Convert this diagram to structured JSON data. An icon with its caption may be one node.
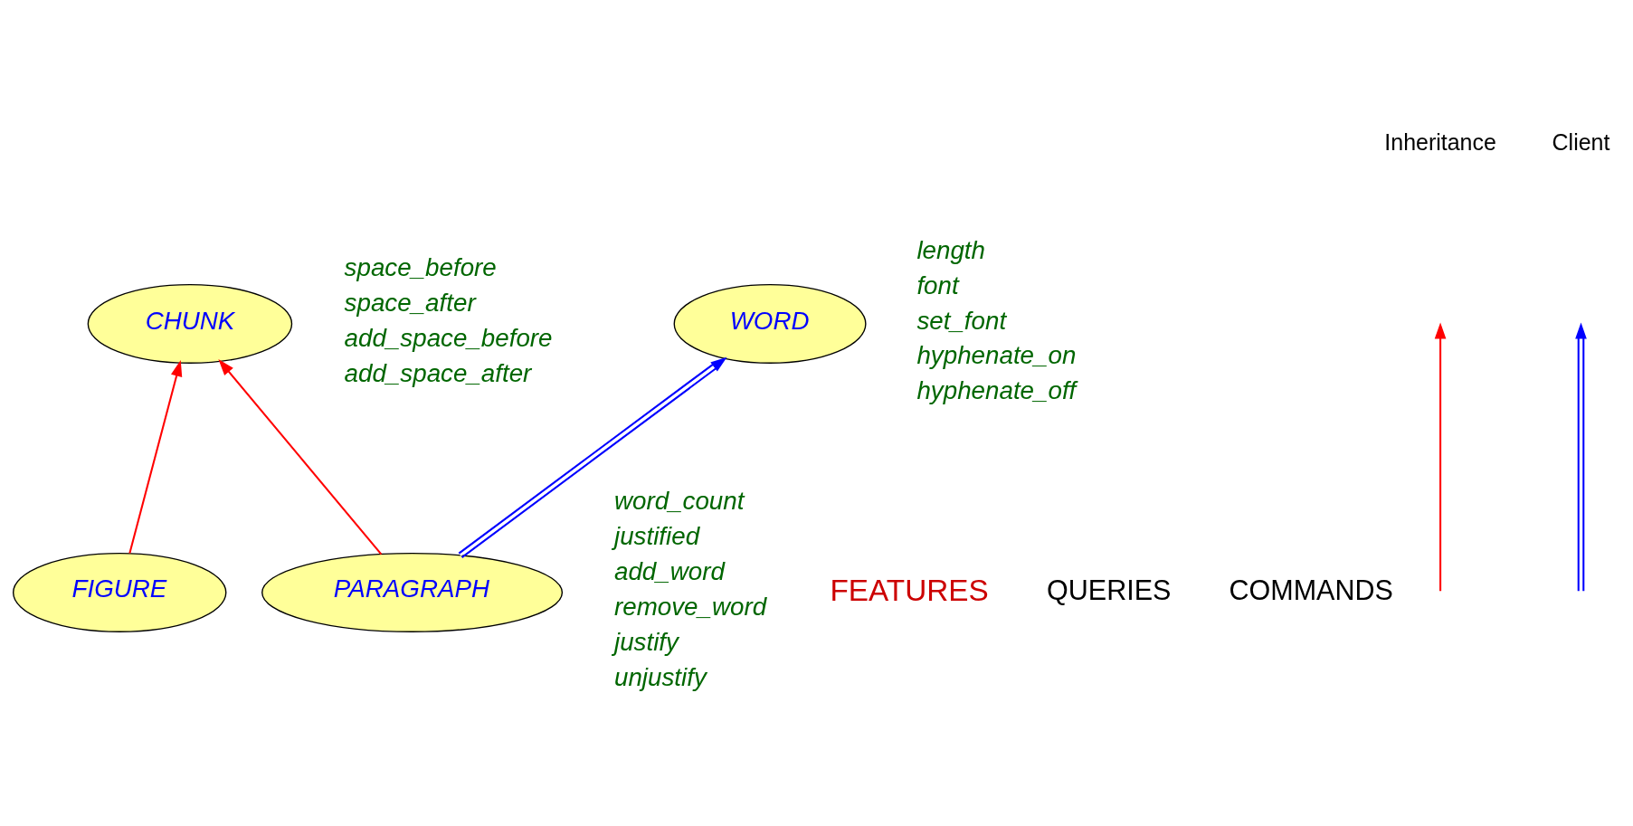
{
  "diagram": {
    "nodes": [
      {
        "text": [
          "CHUNK"
        ],
        "beside": [
          "space_before",
          "space_after",
          "add_space_before",
          "add_space_after"
        ]
      },
      {
        "text": [
          "FIGURE"
        ]
      },
      {
        "text": [
          "PARAGRAPH"
        ],
        "beside": [
          "word_count",
          "justified",
          "add_word",
          "remove_word",
          "justify",
          "unjustify"
        ]
      },
      {
        "text": [
          "WORD"
        ],
        "beside": [
          "length",
          "font",
          "set_font",
          "hyphenate_on",
          "hyphenate_off"
        ]
      }
    ],
    "edges": [
      {
        "from": 1,
        "to": 0,
        "arrow": "to"
      },
      {
        "from": 2,
        "to": 0,
        "arrow": "to"
      },
      {
        "from": 2,
        "to": 3,
        "arrow": "to",
        "color": "#0000ff"
      }
    ],
    "labels": [
      "FEATURES",
      "QUERIES",
      "COMMANDS"
    ],
    "legend": [
      {
        "text": "Inheritance"
      },
      {
        "text": "Client"
      }
    ]
  }
}
